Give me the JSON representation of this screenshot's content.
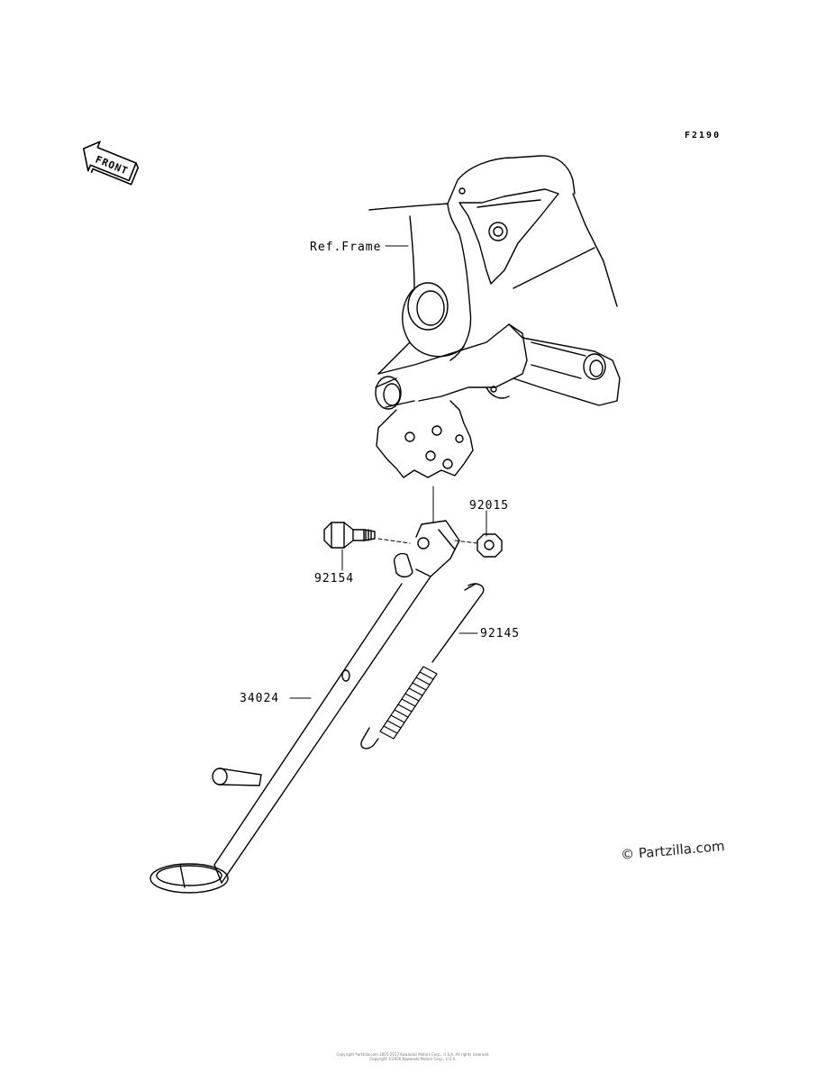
{
  "figure_code": "F2190",
  "front_indicator": {
    "text": "FRONT",
    "icon": "front-arrow-icon"
  },
  "labels": {
    "ref_frame": "Ref.Frame",
    "nut": "92015",
    "bolt": "92154",
    "spring": "92145",
    "stand": "34024"
  },
  "watermark": "© Partzilla.com",
  "footer": {
    "line1": "Copyright Partzilla.com 2005-2017 Kawasaki Motors Corp., U.S.A. All rights reserved.",
    "line2": "Copyright ©2006 Kawasaki Motors Corp., U.S.A."
  }
}
